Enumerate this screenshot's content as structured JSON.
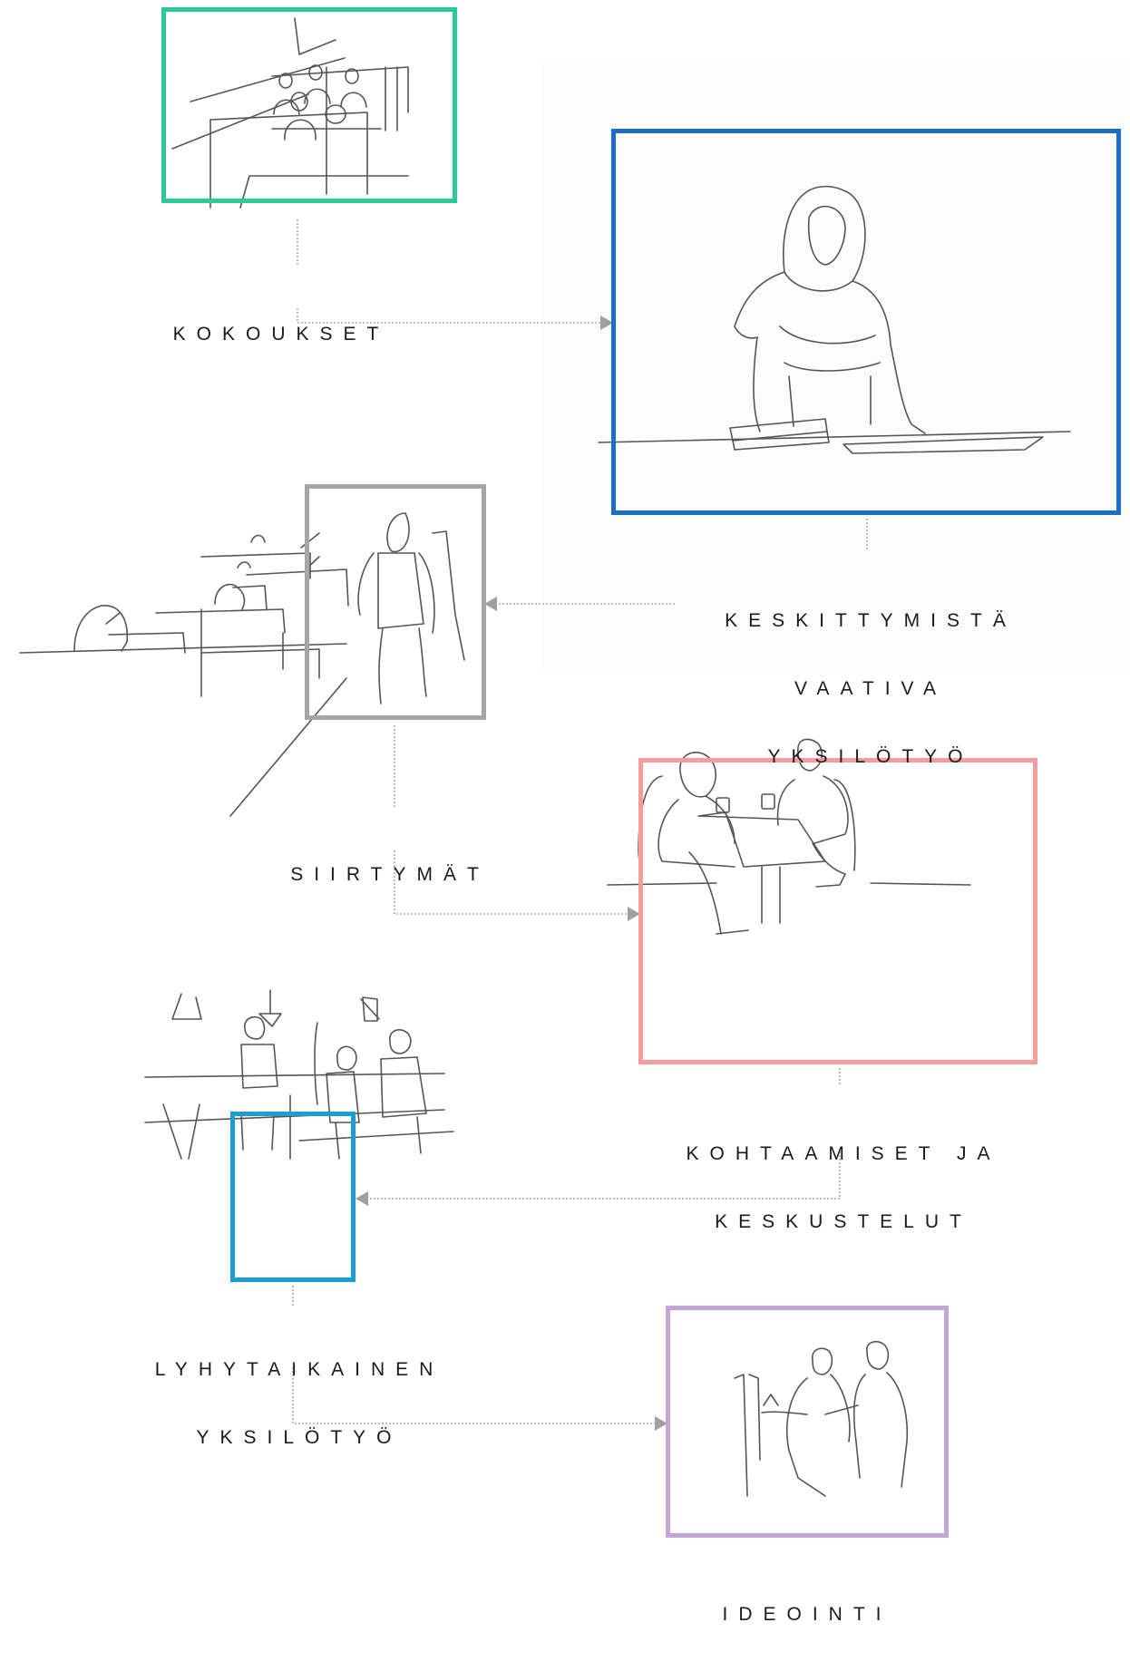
{
  "diagram": {
    "nodes": [
      {
        "id": "meetings",
        "label_lines": [
          "KOKOUKSET"
        ],
        "frame_color": "#2cc99a"
      },
      {
        "id": "focus",
        "label_lines": [
          "KESKITTYMISTÄ",
          "VAATIVA",
          "YKSILÖTYÖ"
        ],
        "frame_color": "#1a6fc4"
      },
      {
        "id": "transitions",
        "label_lines": [
          "SIIRTYMÄT"
        ],
        "frame_color": "#a6a6a6"
      },
      {
        "id": "encounters",
        "label_lines": [
          "KOHTAAMISET JA",
          "KESKUSTELUT"
        ],
        "frame_color": "#f59c9c"
      },
      {
        "id": "short-work",
        "label_lines": [
          "LYHYTAIKAINEN",
          "YKSILÖTYÖ"
        ],
        "frame_color": "#1a9fd4"
      },
      {
        "id": "ideation",
        "label_lines": [
          "IDEOINTI"
        ],
        "frame_color": "#c3a5d6"
      }
    ],
    "edges": [
      {
        "from": "meetings",
        "to": "focus"
      },
      {
        "from": "focus",
        "to": "transitions"
      },
      {
        "from": "transitions",
        "to": "encounters"
      },
      {
        "from": "encounters",
        "to": "short-work"
      },
      {
        "from": "short-work",
        "to": "ideation"
      }
    ],
    "connector_color": "#9a9a9a",
    "arrow_color": "#a0a0a0"
  }
}
